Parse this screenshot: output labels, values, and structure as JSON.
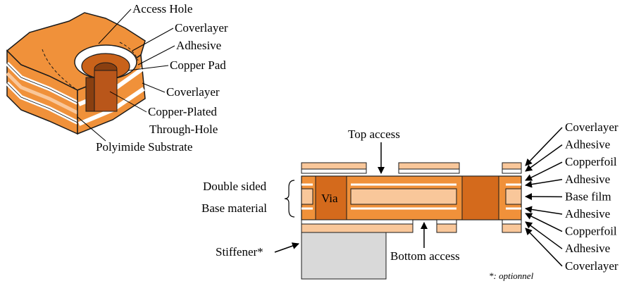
{
  "colors": {
    "copper": "#f0913a",
    "copper_dark": "#c9621a",
    "copper_light": "#f7b96f",
    "film": "#f9c79a",
    "white": "#ffffff",
    "stiffener": "#d9d9d9",
    "outline": "#1a1a1a"
  },
  "left_diagram": {
    "labels": {
      "access_hole": "Access Hole",
      "coverlayer_top": "Coverlayer",
      "adhesive": "Adhesive",
      "copper_pad": "Copper Pad",
      "coverlayer_bottom": "Coverlayer",
      "copper_plated_1": "Copper-Plated",
      "copper_plated_2": "Through-Hole",
      "polyimide": "Polyimide Substrate"
    }
  },
  "right_diagram": {
    "top_access": "Top access",
    "bottom_access": "Bottom access",
    "via": "Via",
    "double_sided": "Double sided",
    "base_material": "Base material",
    "stiffener": "Stiffener*",
    "optional_note": "*: optionnel",
    "layers": [
      "Coverlayer",
      "Adhesive",
      "Copperfoil",
      "Adhesive",
      "Base film",
      "Adhesive",
      "Copperfoil",
      "Adhesive",
      "Coverlayer"
    ]
  }
}
